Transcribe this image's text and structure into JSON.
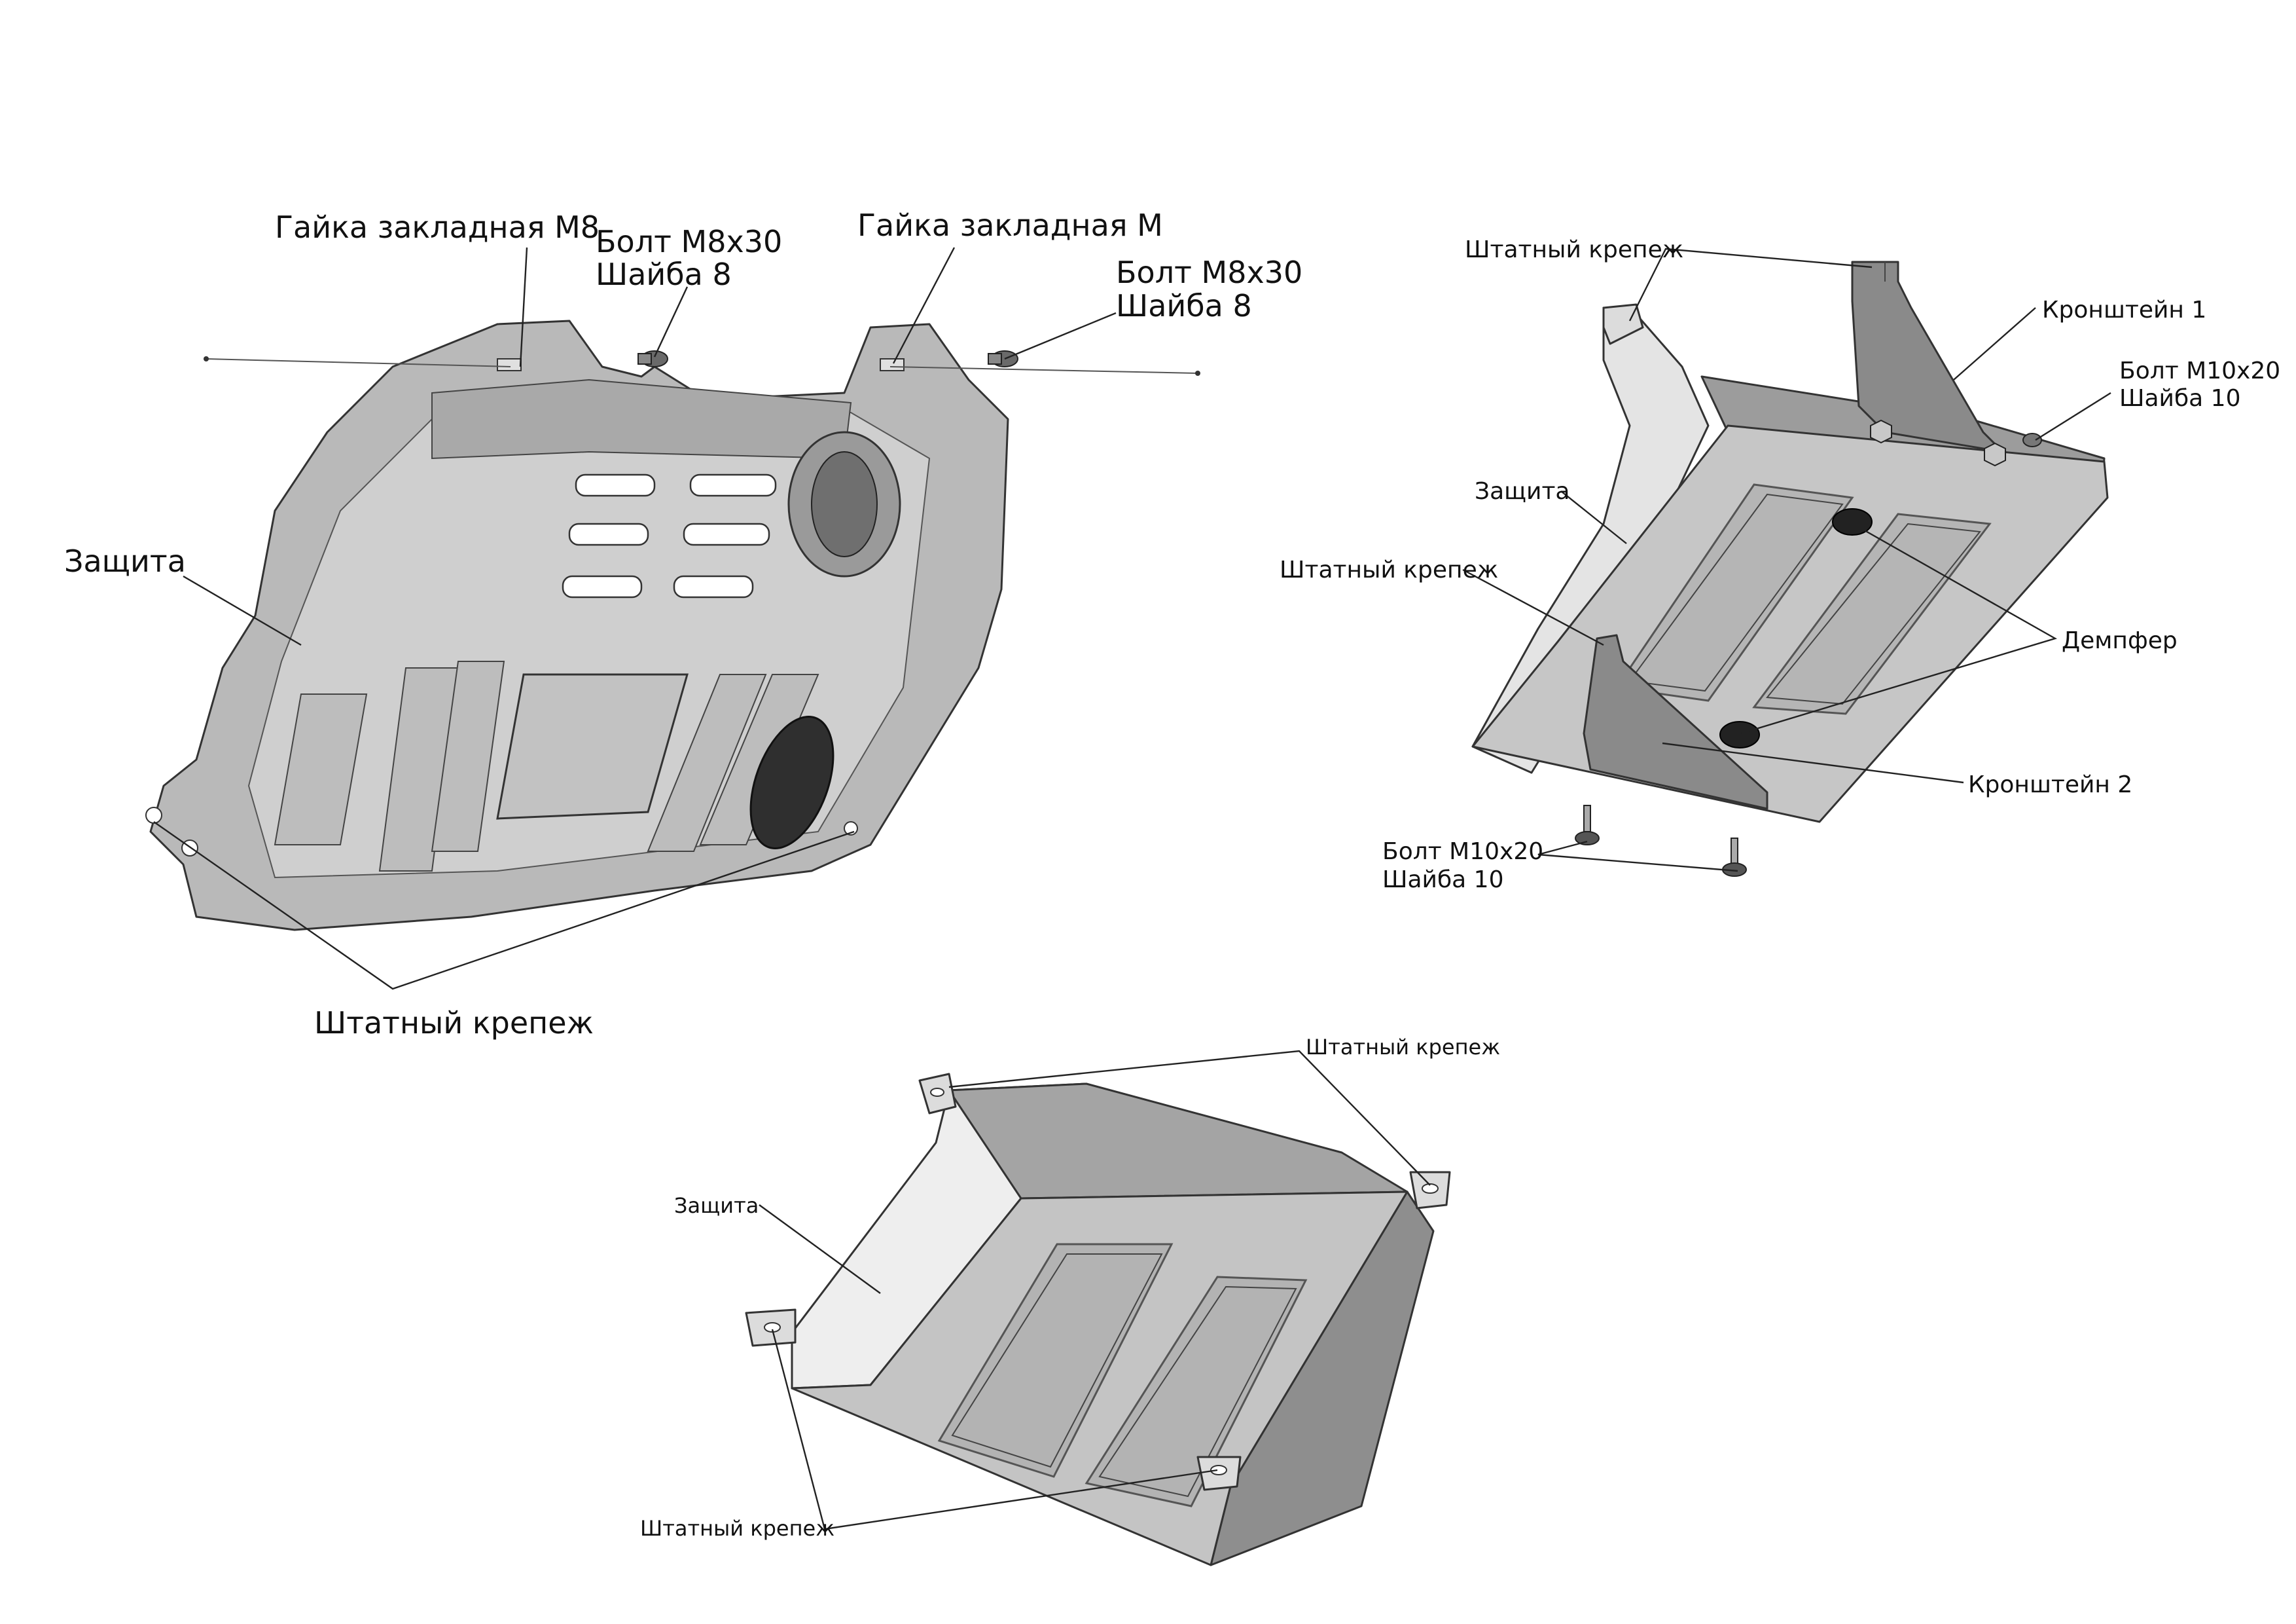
{
  "assembly_1": {
    "nut_left": "Гайка закладная М8",
    "bolt_left_line1": "Болт М8х30",
    "bolt_left_line2": "Шайба 8",
    "nut_right": "Гайка закладная М",
    "bolt_right_line1": "Болт М8х30",
    "bolt_right_line2": "Шайба 8",
    "guard": "Защита",
    "mount": "Штатный крепеж"
  },
  "assembly_2": {
    "mount_top": "Штатный крепеж",
    "bracket_1": "Кронштейн 1",
    "bolt_top_line1": "Болт М10х20",
    "bolt_top_line2": "Шайба 10",
    "guard": "Защита",
    "mount_left": "Штатный крепеж",
    "damper": "Демпфер",
    "bracket_2": "Кронштейн 2",
    "bolt_bottom_line1": "Болт М10х20",
    "bolt_bottom_line2": "Шайба 10"
  },
  "assembly_3": {
    "mount_top": "Штатный крепеж",
    "guard": "Защита",
    "mount_bottom": "Штатный крепеж"
  }
}
